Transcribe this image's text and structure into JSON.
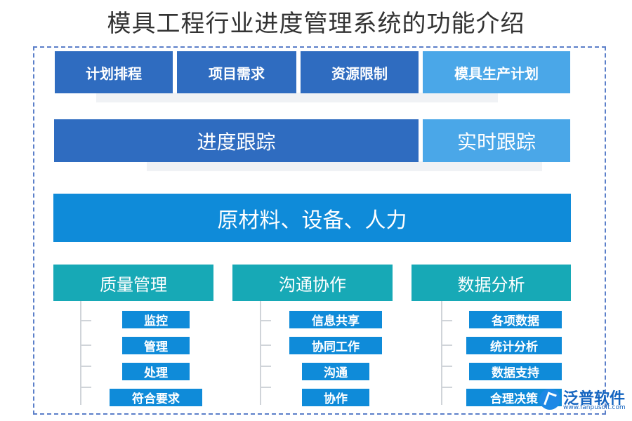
{
  "title": "模具工程行业进度管理系统的功能介绍",
  "row1": [
    "计划排程",
    "项目需求",
    "资源限制",
    "模具生产计划"
  ],
  "row2": [
    "进度跟踪",
    "实时跟踪"
  ],
  "row3": "原材料、设备、人力",
  "groups": [
    {
      "header": "质量管理",
      "items": [
        "监控",
        "管理",
        "处理",
        "符合要求"
      ]
    },
    {
      "header": "沟通协作",
      "items": [
        "信息共享",
        "协同工作",
        "沟通",
        "协作"
      ]
    },
    {
      "header": "数据分析",
      "items": [
        "各项数据",
        "统计分析",
        "数据支持",
        "合理决策"
      ]
    }
  ],
  "logo": {
    "name": "泛普软件",
    "url": "www.fanpusoft.com"
  },
  "colors": {
    "dark_blue": "#2f6cc0",
    "light_blue": "#4aa7e8",
    "bright_blue": "#0f8bd9",
    "teal": "#17a9b6"
  }
}
